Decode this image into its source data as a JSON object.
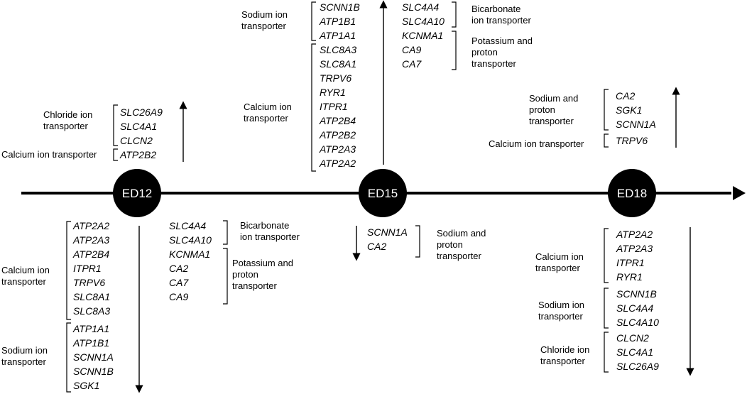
{
  "timepoints": [
    "ED12",
    "ED15",
    "ED18"
  ],
  "labels": {
    "sodium_ion_transporter": "Sodium ion transporter",
    "calcium_ion_transporter": "Calcium ion transporter",
    "chloride_ion_transporter": "Chloride ion transporter",
    "bicarbonate_ion_transporter": "Bicarbonate ion transporter",
    "potassium_and_proton_transporter": "Potassium and proton transporter",
    "sodium_and_proton_transporter": "Sodium and proton transporter"
  },
  "ed12_up": {
    "chloride": [
      "SLC26A9",
      "SLC4A1",
      "CLCN2"
    ],
    "calcium": [
      "ATP2B2"
    ]
  },
  "ed12_down": {
    "calcium": [
      "ATP2A2",
      "ATP2A3",
      "ATP2B4",
      "ITPR1",
      "TRPV6",
      "SLC8A1",
      "SLC8A3"
    ],
    "sodium": [
      "ATP1A1",
      "ATP1B1",
      "SCNN1A",
      "SCNN1B",
      "SGK1"
    ],
    "bicarbonate": [
      "SLC4A4",
      "SLC4A10"
    ],
    "potassium_proton": [
      "KCNMA1",
      "CA2",
      "CA7",
      "CA9"
    ]
  },
  "ed15_up": {
    "sodium": [
      "SCNN1B",
      "ATP1B1",
      "ATP1A1"
    ],
    "calcium": [
      "SLC8A3",
      "SLC8A1",
      "TRPV6",
      "RYR1",
      "ITPR1",
      "ATP2B4",
      "ATP2B2",
      "ATP2A3",
      "ATP2A2"
    ],
    "bicarbonate": [
      "SLC4A4",
      "SLC4A10"
    ],
    "potassium_proton": [
      "KCNMA1",
      "CA9",
      "CA7"
    ]
  },
  "ed15_down": {
    "sodium_proton": [
      "SCNN1A",
      "CA2"
    ]
  },
  "ed18_up": {
    "sodium_proton": [
      "CA2",
      "SGK1",
      "SCNN1A"
    ],
    "calcium": [
      "TRPV6"
    ]
  },
  "ed18_down": {
    "calcium": [
      "ATP2A2",
      "ATP2A3",
      "ITPR1",
      "RYR1"
    ],
    "sodium": [
      "SCNN1B",
      "SLC4A4",
      "SLC4A10"
    ],
    "chloride": [
      "CLCN2",
      "SLC4A1",
      "SLC26A9"
    ]
  }
}
